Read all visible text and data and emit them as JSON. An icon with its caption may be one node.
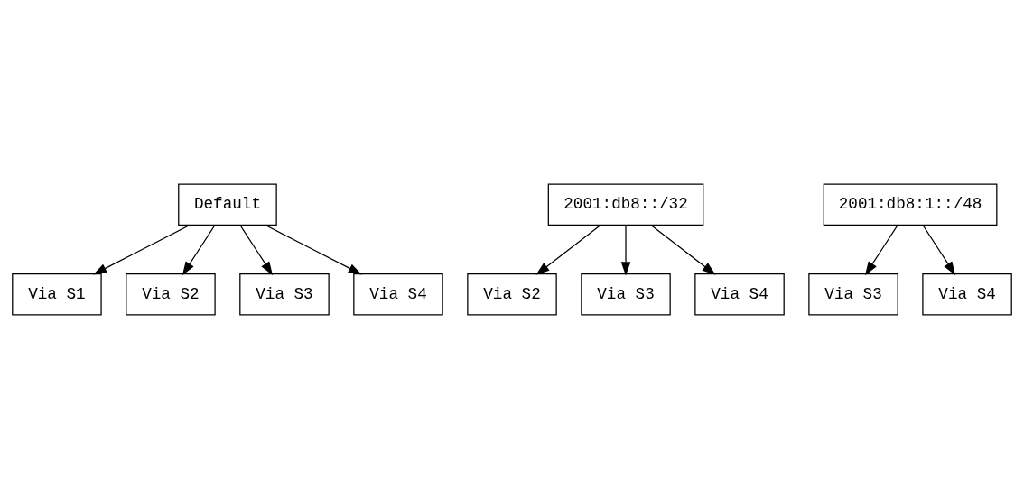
{
  "diagram": {
    "nodes": [
      {
        "text": [
          "Default"
        ]
      },
      {
        "text": [
          "2001:db8::/32"
        ]
      },
      {
        "text": [
          "2001:db8:1::/48"
        ]
      },
      {
        "text": [
          "Via S1"
        ]
      },
      {
        "text": [
          "Via S2"
        ]
      },
      {
        "text": [
          "Via S3"
        ]
      },
      {
        "text": [
          "Via S4"
        ]
      },
      {
        "text": [
          "Via S2"
        ]
      },
      {
        "text": [
          "Via S3"
        ]
      },
      {
        "text": [
          "Via S4"
        ]
      },
      {
        "text": [
          "Via S3"
        ]
      },
      {
        "text": [
          "Via S4"
        ]
      }
    ],
    "edges": [
      {
        "from": 0,
        "to": 3,
        "arrow": "to"
      },
      {
        "from": 0,
        "to": 4,
        "arrow": "to"
      },
      {
        "from": 0,
        "to": 5,
        "arrow": "to"
      },
      {
        "from": 0,
        "to": 6,
        "arrow": "to"
      },
      {
        "from": 1,
        "to": 7,
        "arrow": "to"
      },
      {
        "from": 1,
        "to": 8,
        "arrow": "to"
      },
      {
        "from": 1,
        "to": 9,
        "arrow": "to"
      },
      {
        "from": 2,
        "to": 10,
        "arrow": "to"
      },
      {
        "from": 2,
        "to": 11,
        "arrow": "to"
      }
    ]
  }
}
